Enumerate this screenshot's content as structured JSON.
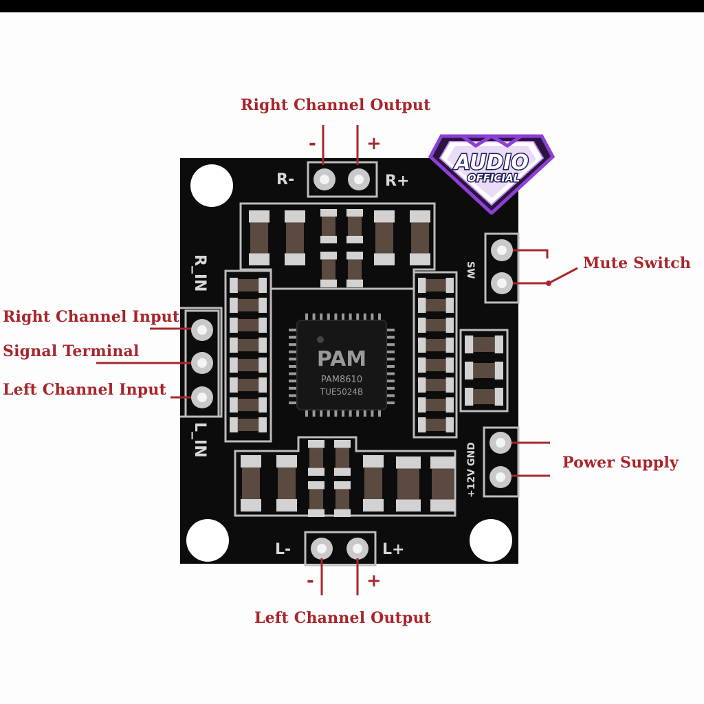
{
  "callouts": {
    "right_output": "Right Channel Output",
    "left_output": "Left Channel Output",
    "right_input": "Right Channel Input",
    "signal_terminal": "Signal Terminal",
    "left_input": "Left Channel Input",
    "mute_switch": "Mute Switch",
    "power_supply": "Power Supply"
  },
  "polarity": {
    "minus": "-",
    "plus": "+"
  },
  "silkscreen": {
    "r_minus": "R-",
    "r_plus": "R+",
    "l_minus": "L-",
    "l_plus": "L+",
    "r_in": "R_IN",
    "l_in": "L_IN",
    "sw": "SW",
    "gnd": "GND",
    "v12": "+12V"
  },
  "chip": {
    "logo": "PAM",
    "part": "PAM8610",
    "lot": "TUE5024B"
  },
  "watermark": {
    "line1": "AUDIO",
    "line2": "OFFICIAL"
  },
  "colors": {
    "annotation": "#a8252b",
    "board": "#0c0c0c",
    "silkscreen": "#d8d8d8",
    "logo_purple": "#8e3fd4"
  }
}
